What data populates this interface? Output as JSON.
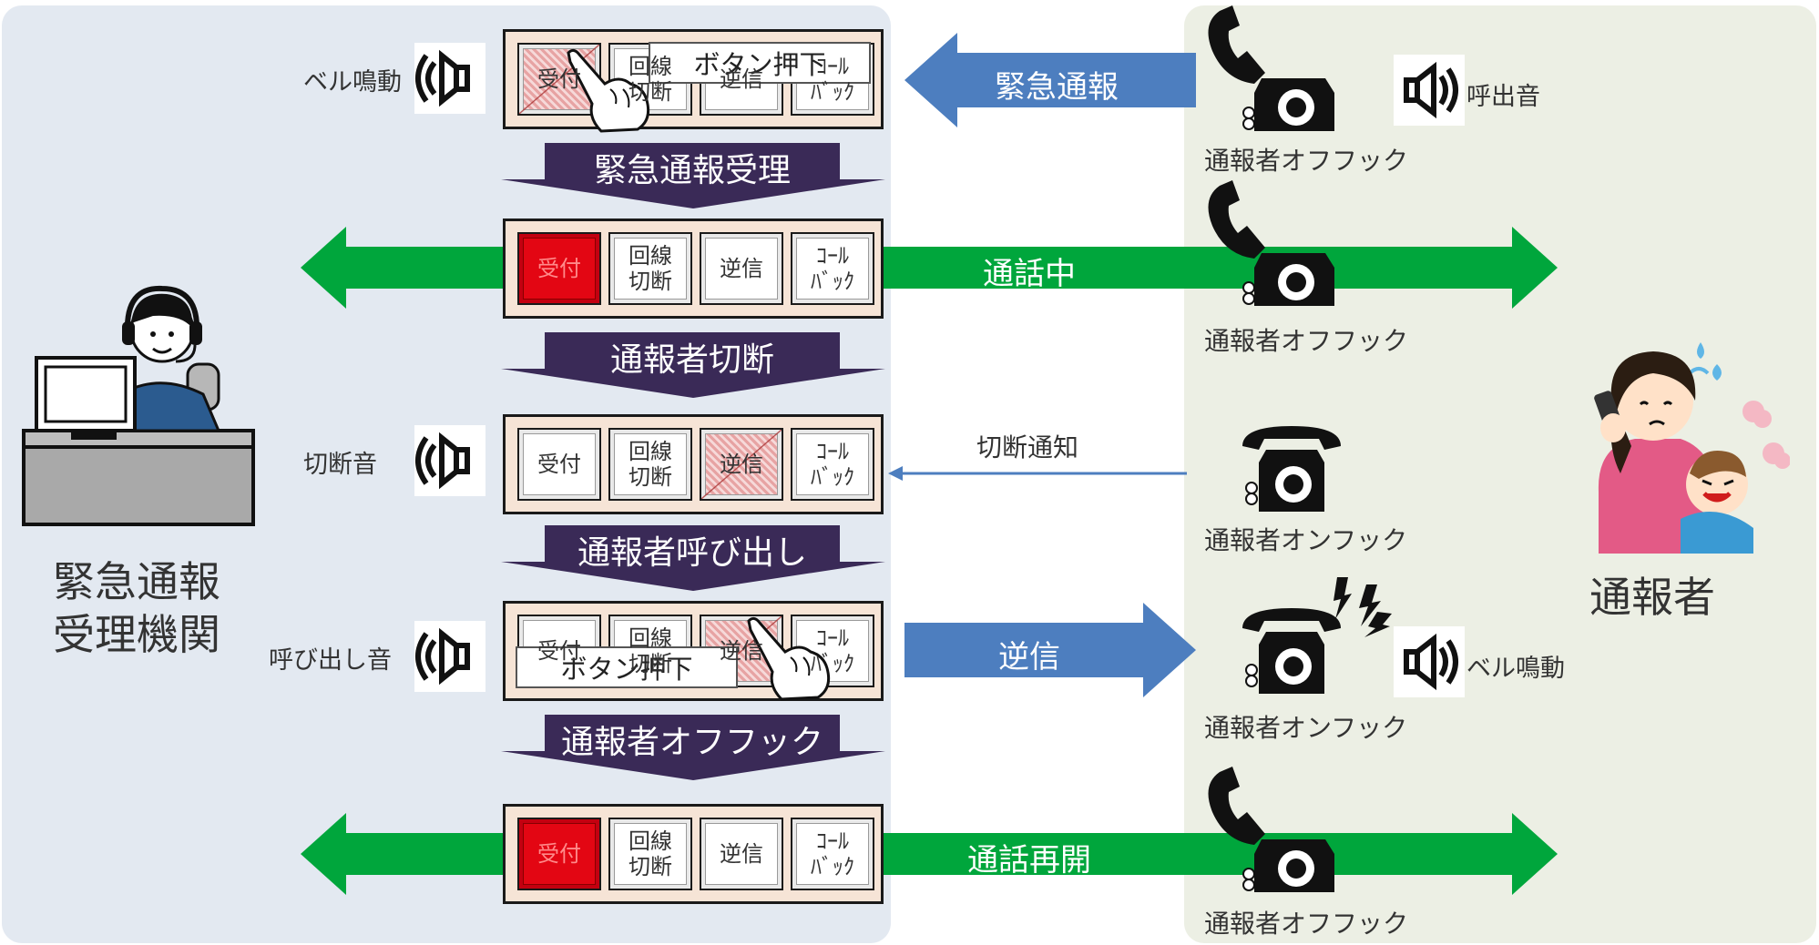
{
  "colors": {
    "left_panel": "#e3e9f1",
    "right_panel": "#ecefe4",
    "step_banner": "#3a2a57",
    "green_arrow": "#00a63c",
    "blue_arrow": "#4d7ebf",
    "reception_red": "#e30613",
    "console_bg": "#f6e4d6"
  },
  "left": {
    "org_line1": "緊急通報",
    "org_line2": "受理機関"
  },
  "right": {
    "reporter": "通報者"
  },
  "keys": {
    "accept": "受付",
    "disconnect_l1": "回線",
    "disconnect_l2": "切断",
    "callback_reverse": "逆信",
    "callback_l1": "ｺｰﾙ",
    "callback_l2": "ﾊﾞｯｸ"
  },
  "rows": [
    {
      "left_sound": "ベル鳴動",
      "button_press": "ボタン押下",
      "arrow": "緊急通報",
      "phone_state": "通報者オフフック",
      "right_sound": "呼出音"
    },
    {
      "step": "緊急通報受理"
    },
    {
      "arrow": "通話中",
      "phone_state": "通報者オフフック"
    },
    {
      "step": "通報者切断"
    },
    {
      "left_sound": "切断音",
      "arrow": "切断通知",
      "phone_state": "通報者オンフック"
    },
    {
      "step": "通報者呼び出し"
    },
    {
      "left_sound": "呼び出し音",
      "button_press": "ボタン押下",
      "arrow": "逆信",
      "phone_state": "通報者オンフック",
      "right_sound": "ベル鳴動"
    },
    {
      "step": "通報者オフフック"
    },
    {
      "arrow": "通話再開",
      "phone_state": "通報者オフフック"
    }
  ]
}
